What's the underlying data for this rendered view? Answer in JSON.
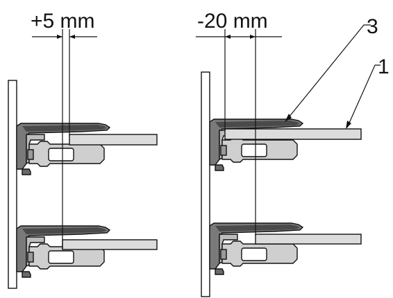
{
  "dimensions": {
    "left": "+5 mm",
    "right": "-20 mm"
  },
  "callouts": {
    "shelf": "1",
    "cover": "3"
  },
  "colors": {
    "line": "#111111",
    "shelf_fill": "#dcdcdc",
    "bracket_fill": "#7a7a7a",
    "cap_fill": "#4a4a4a",
    "body_fill": "#cfcfcf"
  }
}
